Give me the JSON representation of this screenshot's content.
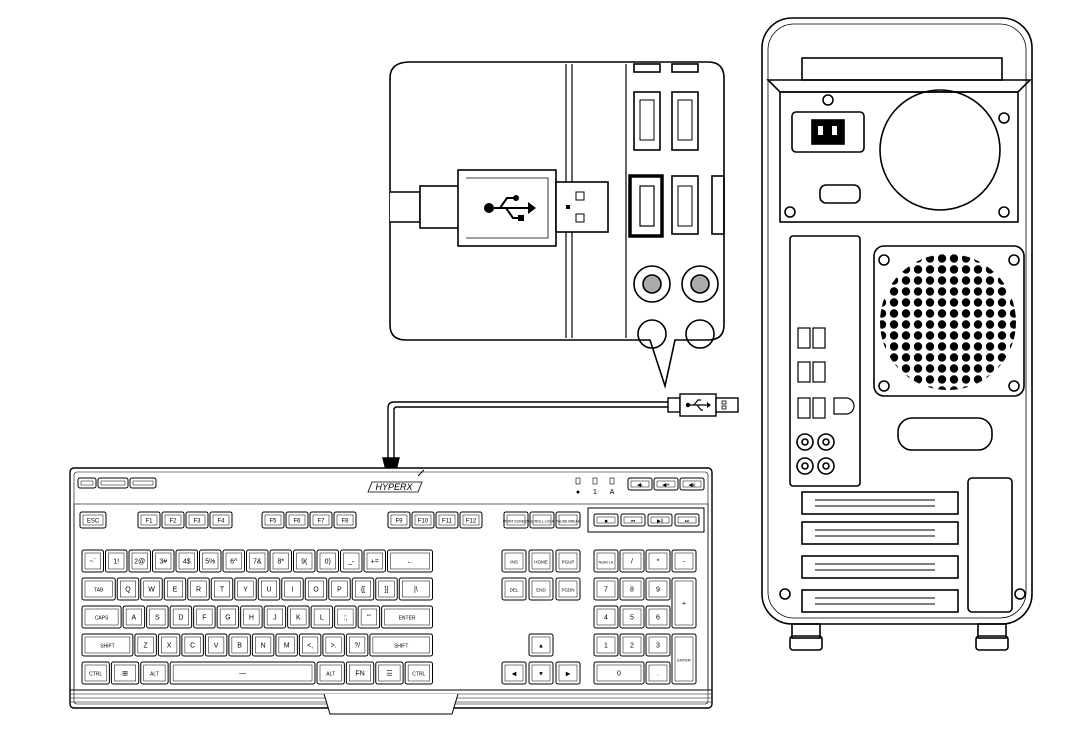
{
  "diagram": {
    "keyboard": {
      "brand_logo_text": "HYPERX",
      "indicators": [
        "●",
        "1",
        "A"
      ],
      "function_row": {
        "esc": "ESC",
        "f1_f4": [
          "F1",
          "F2",
          "F3",
          "F4"
        ],
        "f5_f8": [
          "F5",
          "F6",
          "F7",
          "F8"
        ],
        "f9_f12": [
          "F9",
          "F10",
          "F11",
          "F12"
        ],
        "nav": [
          "PRINT SCREEN",
          "SCROLL LOCK",
          "PAUSE BREAK"
        ]
      },
      "rows": {
        "number": [
          "~`",
          "1!",
          "2@",
          "3#",
          "4$",
          "5%",
          "6^",
          "7&",
          "8*",
          "9(",
          "0)",
          "_-",
          "+=",
          "←"
        ],
        "qwerty": [
          "TAB",
          "Q",
          "W",
          "E",
          "R",
          "T",
          "Y",
          "U",
          "I",
          "O",
          "P",
          "{[",
          "}]",
          "|\\"
        ],
        "home": [
          "CAPS",
          "A",
          "S",
          "D",
          "F",
          "G",
          "H",
          "J",
          "K",
          "L",
          ":;",
          "\"'",
          "ENTER"
        ],
        "shift": [
          "SHIFT",
          "Z",
          "X",
          "C",
          "V",
          "B",
          "N",
          "M",
          "<,",
          ">.",
          "?/",
          "SHIFT"
        ],
        "bottom": [
          "CTRL",
          "⊞",
          "ALT",
          "—",
          "ALT",
          "FN",
          "☰",
          "CTRL"
        ]
      },
      "nav_cluster": [
        "INS",
        "HOME",
        "PGUP",
        "DEL",
        "END",
        "PGDN"
      ],
      "arrows": [
        "▲",
        "◀",
        "▼",
        "▶"
      ],
      "numpad": [
        "NUM LK",
        "/",
        "*",
        "-",
        "7",
        "8",
        "9",
        "+",
        "4",
        "5",
        "6",
        "1",
        "2",
        "3",
        "ENTER",
        "0",
        "."
      ],
      "media_keys": [
        "■",
        "⏮",
        "▶‖",
        "⏭"
      ],
      "volume_keys": [
        "◀-",
        "◀+",
        "◀x"
      ]
    },
    "callout": {
      "connector_icon": "usb-icon",
      "port_state": "highlighted"
    },
    "cable_plug_icon": "usb-icon",
    "colors": {
      "line": "#000000",
      "fill": "#ffffff",
      "highlight": "#000000"
    }
  }
}
